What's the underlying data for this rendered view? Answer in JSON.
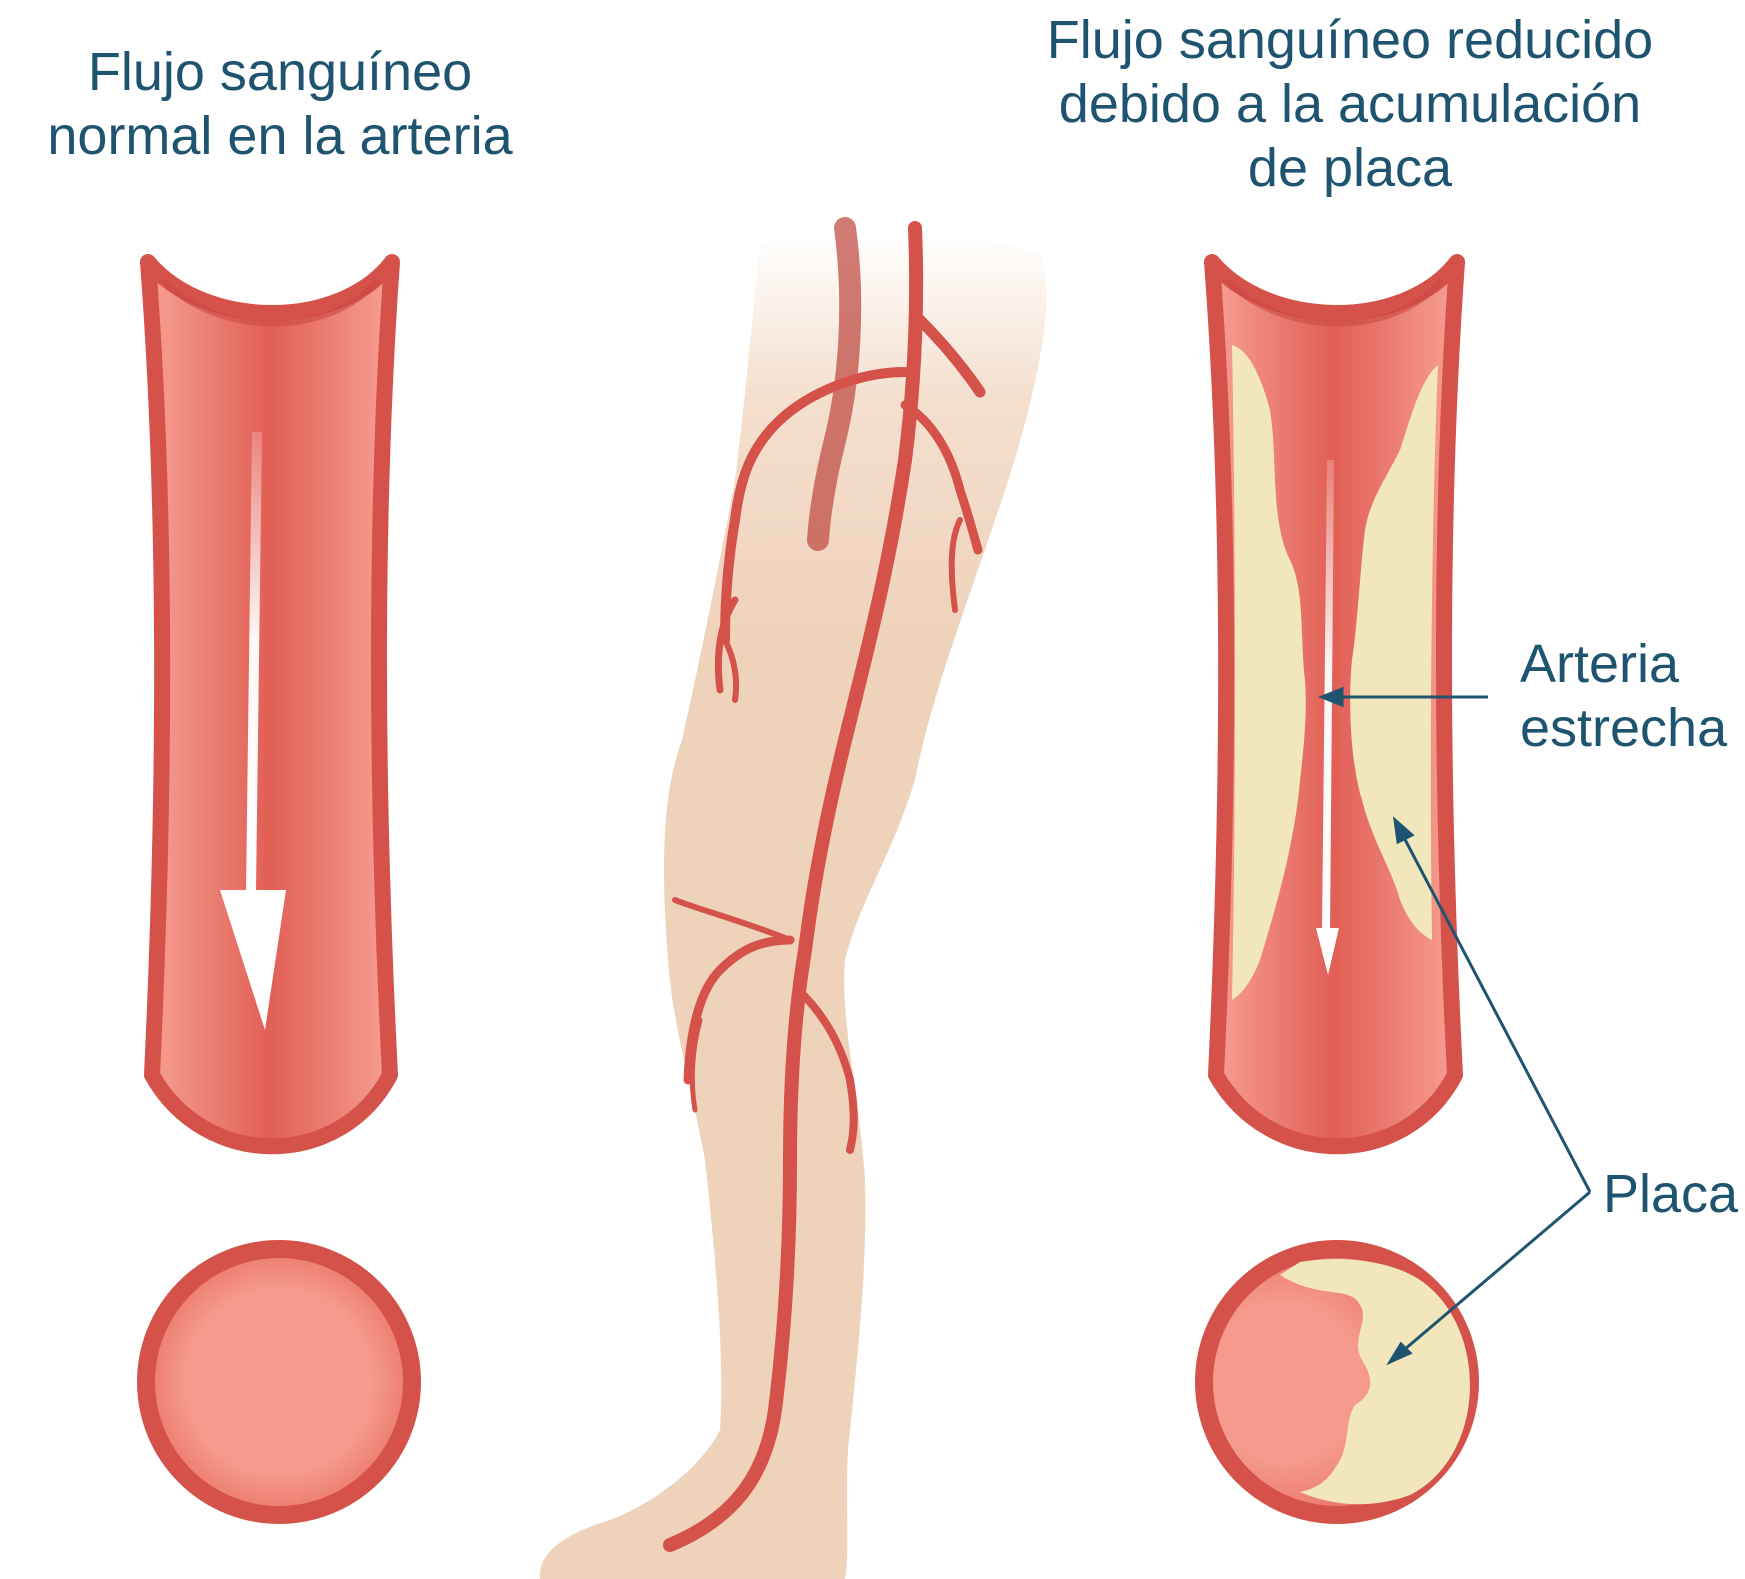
{
  "titles": {
    "normal": [
      "Flujo sanguíneo",
      "normal en la arteria"
    ],
    "reduced": [
      "Flujo sanguíneo reducido",
      "debido a la acumulación",
      "de placa"
    ]
  },
  "labels": {
    "narrow_artery": [
      "Arteria",
      "estrecha"
    ],
    "plaque": "Placa"
  },
  "colors": {
    "artery_wall": "#d5524a",
    "artery_fill": "#e8685c",
    "artery_fill_light": "#f7a093",
    "plaque": "#f2e6bd",
    "skin": "#efd2ba",
    "text": "#1f5470",
    "arrow": "#ffffff"
  },
  "icons": [
    "healthy-artery-illustration",
    "leg-arteries-illustration",
    "blocked-artery-illustration"
  ]
}
